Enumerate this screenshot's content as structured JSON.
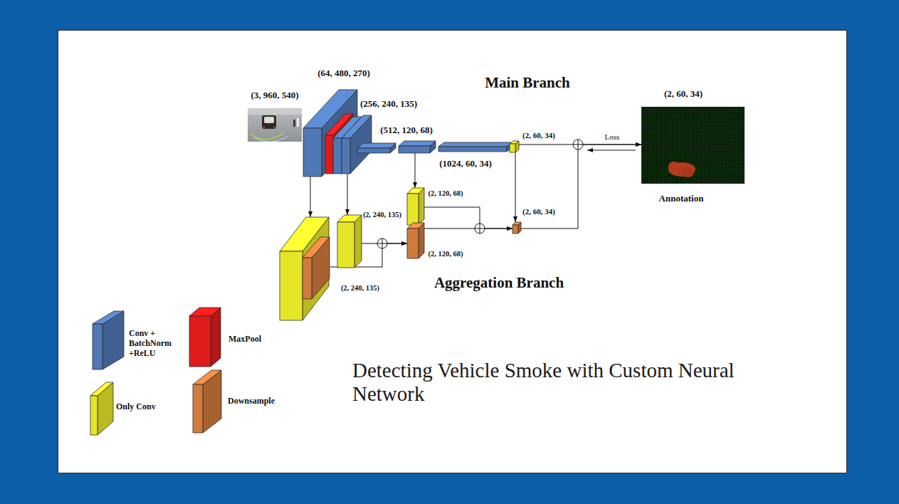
{
  "diagram": {
    "title": "Detecting Vehicle Smoke with Custom Neural Network",
    "nodes": [
      {
        "text": [
          "(3, 960, 540)"
        ]
      },
      {
        "text": [
          "(64, 480, 270)"
        ]
      },
      {
        "text": [
          "(256, 240, 135)"
        ]
      },
      {
        "text": [
          "(512, 120, 68)"
        ]
      },
      {
        "text": [
          "(1024, 60, 34)"
        ]
      },
      {
        "text": [
          "(2, 60, 34)"
        ]
      },
      {
        "text": [
          "(2, 60, 34)",
          "Annotation"
        ]
      },
      {
        "text": [
          "(2, 240, 135)"
        ]
      },
      {
        "text": [
          "(2, 240, 135)"
        ]
      },
      {
        "text": [
          "(2, 120, 68)"
        ]
      },
      {
        "text": [
          "(2, 120, 68)"
        ]
      },
      {
        "text": [
          "(2, 60, 34)"
        ]
      }
    ],
    "edges": [
      {
        "from": 1,
        "to": 7,
        "arrow": "to"
      },
      {
        "from": 2,
        "to": 8,
        "arrow": "to"
      },
      {
        "from": 3,
        "to": 9,
        "arrow": "to"
      },
      {
        "from": 7,
        "to": 10,
        "arrow": "to"
      },
      {
        "from": 8,
        "to": 10,
        "arrow": "to"
      },
      {
        "from": 9,
        "to": 11,
        "arrow": "to"
      },
      {
        "from": 10,
        "to": 11,
        "arrow": "to"
      },
      {
        "from": 5,
        "to": 11,
        "arrow": "to"
      },
      {
        "from": 5,
        "to": 6,
        "label": "Loss",
        "arrow": "to"
      },
      {
        "from": 11,
        "to": 6,
        "arrow": "to"
      }
    ],
    "labels": [
      "Main Branch",
      "Aggregation Branch"
    ],
    "legend": [
      {
        "text": "Conv + BatchNorm +ReLU",
        "color": "#4f78b5"
      },
      {
        "text": "MaxPool",
        "color": "#e01b1b"
      },
      {
        "text": "Only Conv",
        "color": "#e6e629"
      },
      {
        "text": "Downsample",
        "color": "#d07a3c"
      }
    ]
  }
}
